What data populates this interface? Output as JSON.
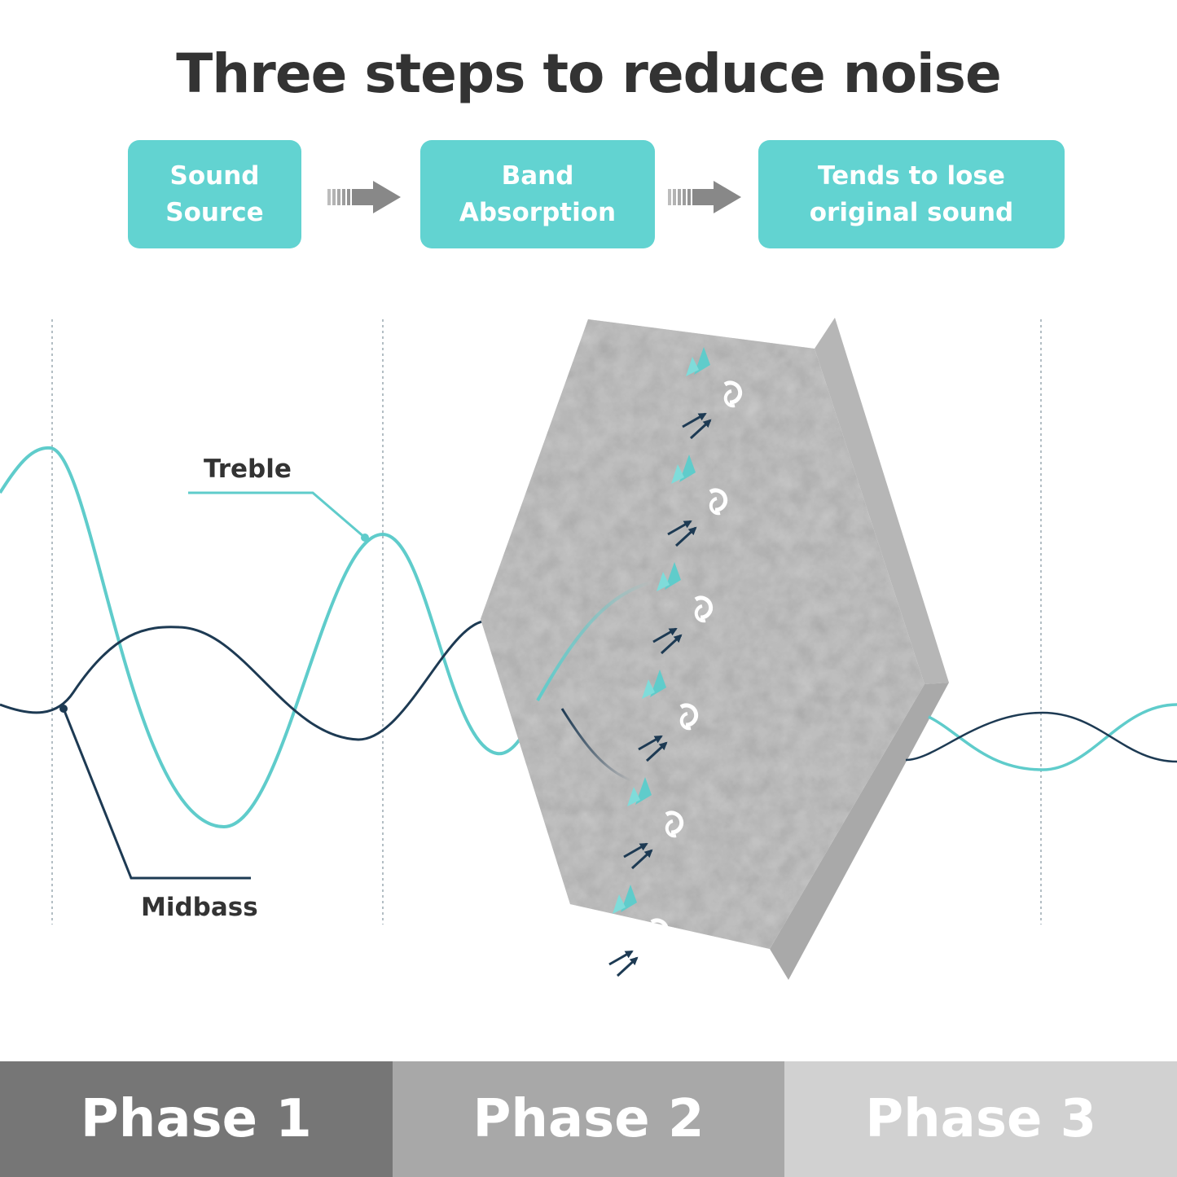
{
  "title": "Three steps to reduce noise",
  "steps": [
    {
      "line1": "Sound",
      "line2": "Source"
    },
    {
      "line1": "Band",
      "line2": "Absorption"
    },
    {
      "line1": "Tends to lose",
      "line2": "original sound"
    }
  ],
  "labels": {
    "treble": "Treble",
    "midbass": "Midbass"
  },
  "phases": [
    "Phase 1",
    "Phase 2",
    "Phase 3"
  ],
  "colors": {
    "accent": "#62d3d1",
    "treble": "#5fcccb",
    "midbass": "#1d3a53",
    "panel": "#c9c9c9",
    "title": "#333333",
    "phase1": "#767676",
    "phase2": "#a8a8a8",
    "phase3": "#d1d1d1"
  }
}
